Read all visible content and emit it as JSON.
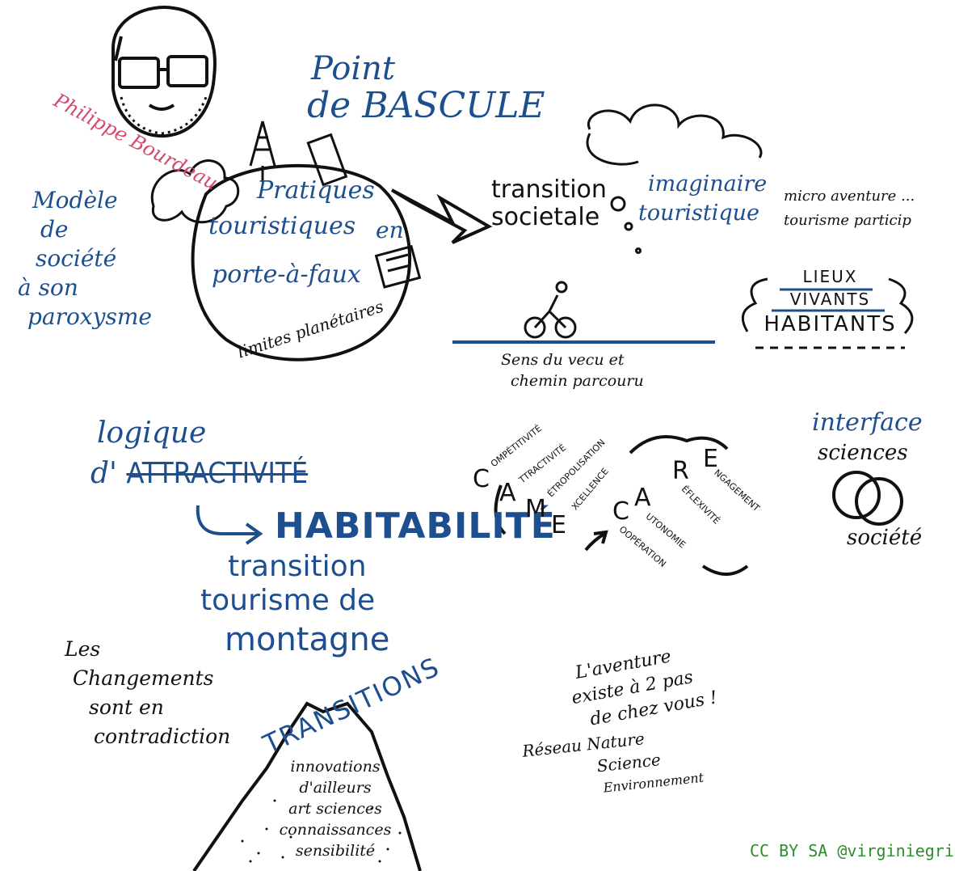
{
  "portrait_name": "Philippe Bourdeau",
  "title": {
    "line1": "Point",
    "line2": "de BASCULE"
  },
  "modele": [
    "Modèle",
    "de",
    "société",
    "à son",
    "paroxysme"
  ],
  "globe": {
    "line1": "Pratiques",
    "line2": "touristiques",
    "line2b": "en",
    "line3": "porte-à-faux",
    "bottom": "limites planétaires"
  },
  "transition_societale": [
    "transition",
    "societale"
  ],
  "imaginaire": [
    "imaginaire",
    "touristique"
  ],
  "micro": [
    "micro aventure ...",
    "tourisme particip"
  ],
  "lieux": [
    "LIEUX",
    "VIVANTS",
    "HABITANTS"
  ],
  "sens": [
    "Sens du vecu et",
    "chemin parcouru"
  ],
  "logique": {
    "l1": "logique",
    "l2a": "d'",
    "l2b": "ATTRACTIVITÉ",
    "l3": "HABITABILITÉ",
    "l4": "transition",
    "l5": "tourisme de",
    "l6": "montagne"
  },
  "came": {
    "C": "C",
    "C_word": "OMPÉTITIVITÉ",
    "A": "A",
    "A_word": "TTRACTIVITÉ",
    "M": "M",
    "M_word": "ÉTROPOLISATION",
    "E": "E",
    "E_word": "XCELLENCE"
  },
  "care": {
    "C": "C",
    "C_word": "OOPÉRATION",
    "A": "A",
    "A_word": "UTONOMIE",
    "R": "R",
    "R_word": "ÉFLEXIVITÉ",
    "E": "E",
    "E_word": "NGAGEMENT"
  },
  "interface": [
    "interface",
    "sciences",
    "société"
  ],
  "changements": [
    "Les",
    "Changements",
    "sont en",
    "contradiction"
  ],
  "transitions_word": "TRANSITIONS",
  "mountain": [
    "innovations",
    "d'ailleurs",
    "art sciences",
    "connaissances",
    "sensibilité"
  ],
  "aventure": [
    "L'aventure",
    "existe à 2 pas",
    "de chez vous !"
  ],
  "reseau": [
    "Réseau Nature",
    "Science",
    "Environnement"
  ],
  "credit": "CC BY SA @virginiegrimm",
  "colors": {
    "blue": "#1d4f8f",
    "pink": "#d24a6c",
    "green": "#2e8b2e",
    "ink": "#111111"
  }
}
